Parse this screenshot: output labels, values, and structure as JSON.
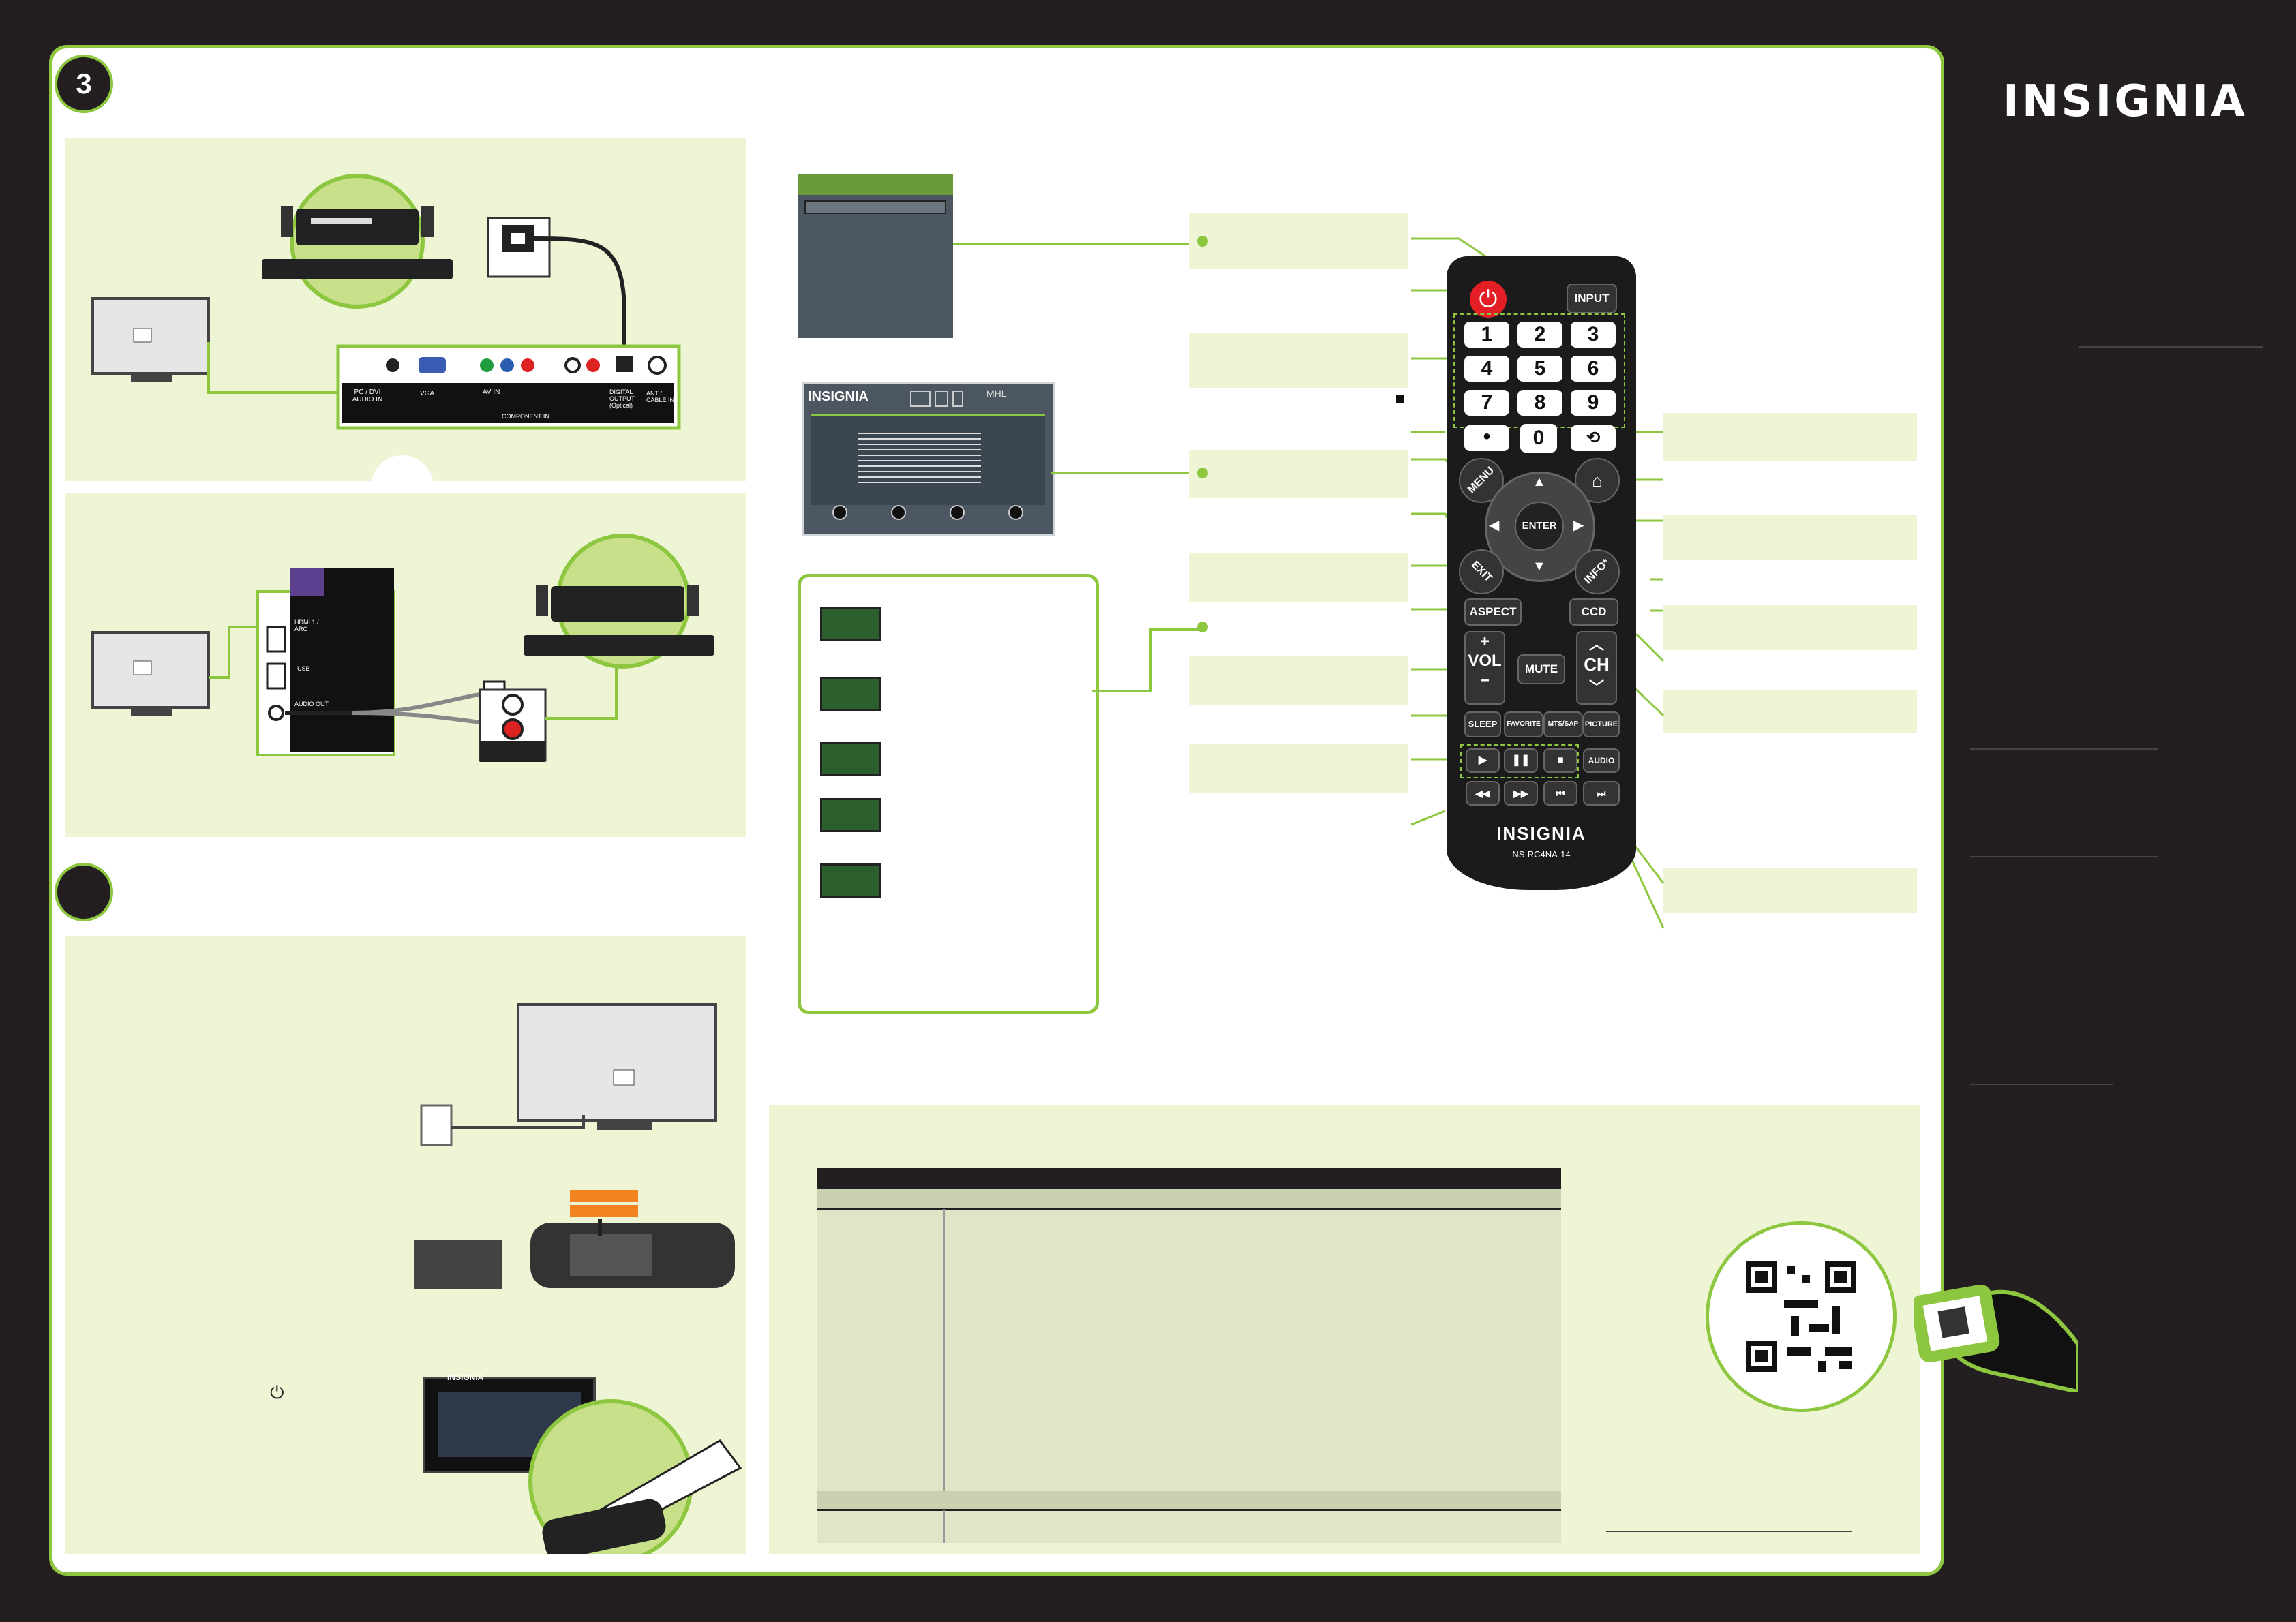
{
  "steps": {
    "step3": "3",
    "step4": ""
  },
  "brand": {
    "logo": "INSIGNIA",
    "remote_logo": "INSIGNIA",
    "remote_model": "NS-RC4NA-14",
    "osd_logo": "INSIGNIA",
    "tv_osd_logo": "INSIGNIA",
    "mhl": "MHL"
  },
  "panel_a": {
    "jacks": [
      "PC / DVI AUDIO IN",
      "VGA",
      "AV IN",
      "DIGITAL OUTPUT (Optical)",
      "ANT / CABLE IN"
    ],
    "component_label": "COMPONENT IN"
  },
  "panel_b": {
    "jacks": [
      "HDMI 1 / ARC",
      "USB",
      "AUDIO OUT"
    ]
  },
  "remote": {
    "input": "INPUT",
    "numbers": [
      "1",
      "2",
      "3",
      "4",
      "5",
      "6",
      "7",
      "8",
      "9"
    ],
    "dot": "•",
    "zero": "0",
    "menu": "MENU",
    "enter": "ENTER",
    "exit": "EXIT",
    "info": "INFO*",
    "aspect": "ASPECT",
    "ccd": "CCD",
    "vol": "VOL",
    "vol_plus": "+",
    "vol_minus": "–",
    "mute": "MUTE",
    "ch": "CH",
    "sleep": "SLEEP",
    "favorite": "FAVORITE",
    "mts": "MTS/SAP",
    "picture": "PICTURE",
    "audio": "AUDIO"
  },
  "colors": {
    "accent": "#8dc63f",
    "panel": "#eef5d4",
    "dark": "#231f20",
    "power": "#e31e24"
  }
}
